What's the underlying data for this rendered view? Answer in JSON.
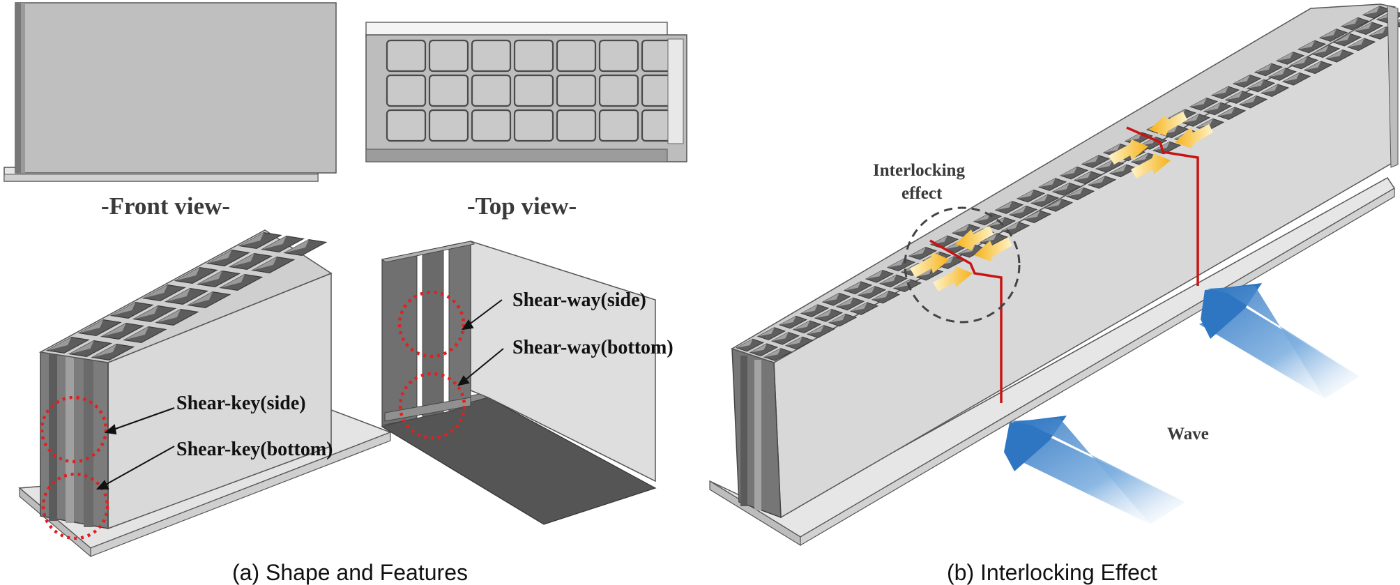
{
  "panel_a": {
    "front_view_label": "-Front view-",
    "top_view_label": "-Top view-",
    "shear_key_side": "Shear-key(side)",
    "shear_key_bottom": "Shear-key(bottom)",
    "shear_way_side": "Shear-way(side)",
    "shear_way_bottom": "Shear-way(bottom)",
    "caption": "(a) Shape and Features"
  },
  "panel_b": {
    "interlocking_line1": "Interlocking",
    "interlocking_line2": "effect",
    "wave_label": "Wave",
    "caption": "(b) Interlocking Effect"
  },
  "colors": {
    "wall_face": "#d7d7d7",
    "dark_face": "#6f6f6f",
    "annotation_circle": "#e02020",
    "joint_line": "#c81414",
    "wave_arrow": "#2f76c2",
    "interlock_arrow": "#f5b21a"
  }
}
